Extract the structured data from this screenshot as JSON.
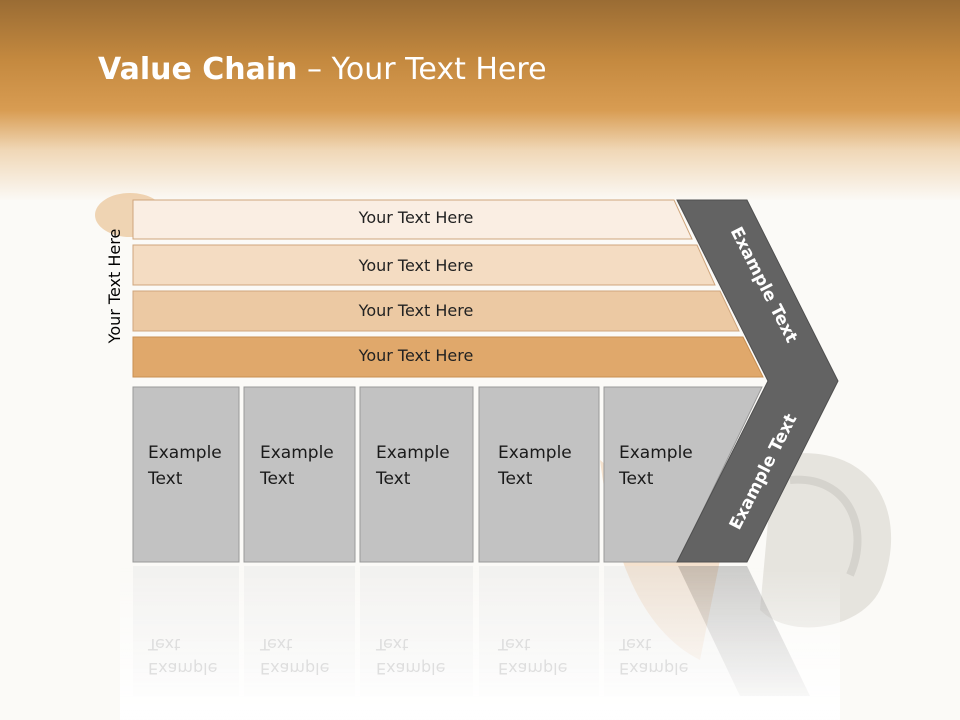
{
  "title": {
    "bold": "Value Chain",
    "rest": " – Your Text Here"
  },
  "side_label": "Your Text Here",
  "bars": [
    "Your Text Here",
    "Your Text Here",
    "Your Text Here",
    "Your Text Here"
  ],
  "boxes": [
    "Example\nText",
    "Example\nText",
    "Example\nText",
    "Example\nText",
    "Example\nText"
  ],
  "chevron": {
    "upper": "Example Text",
    "lower": "Example Text"
  },
  "colors": {
    "bar1": "#faeee3",
    "bar2": "#f4dcc2",
    "bar3": "#ecc9a3",
    "bar4": "#e0a86b",
    "box": "#c2c2c2",
    "chevron": "#636363"
  }
}
